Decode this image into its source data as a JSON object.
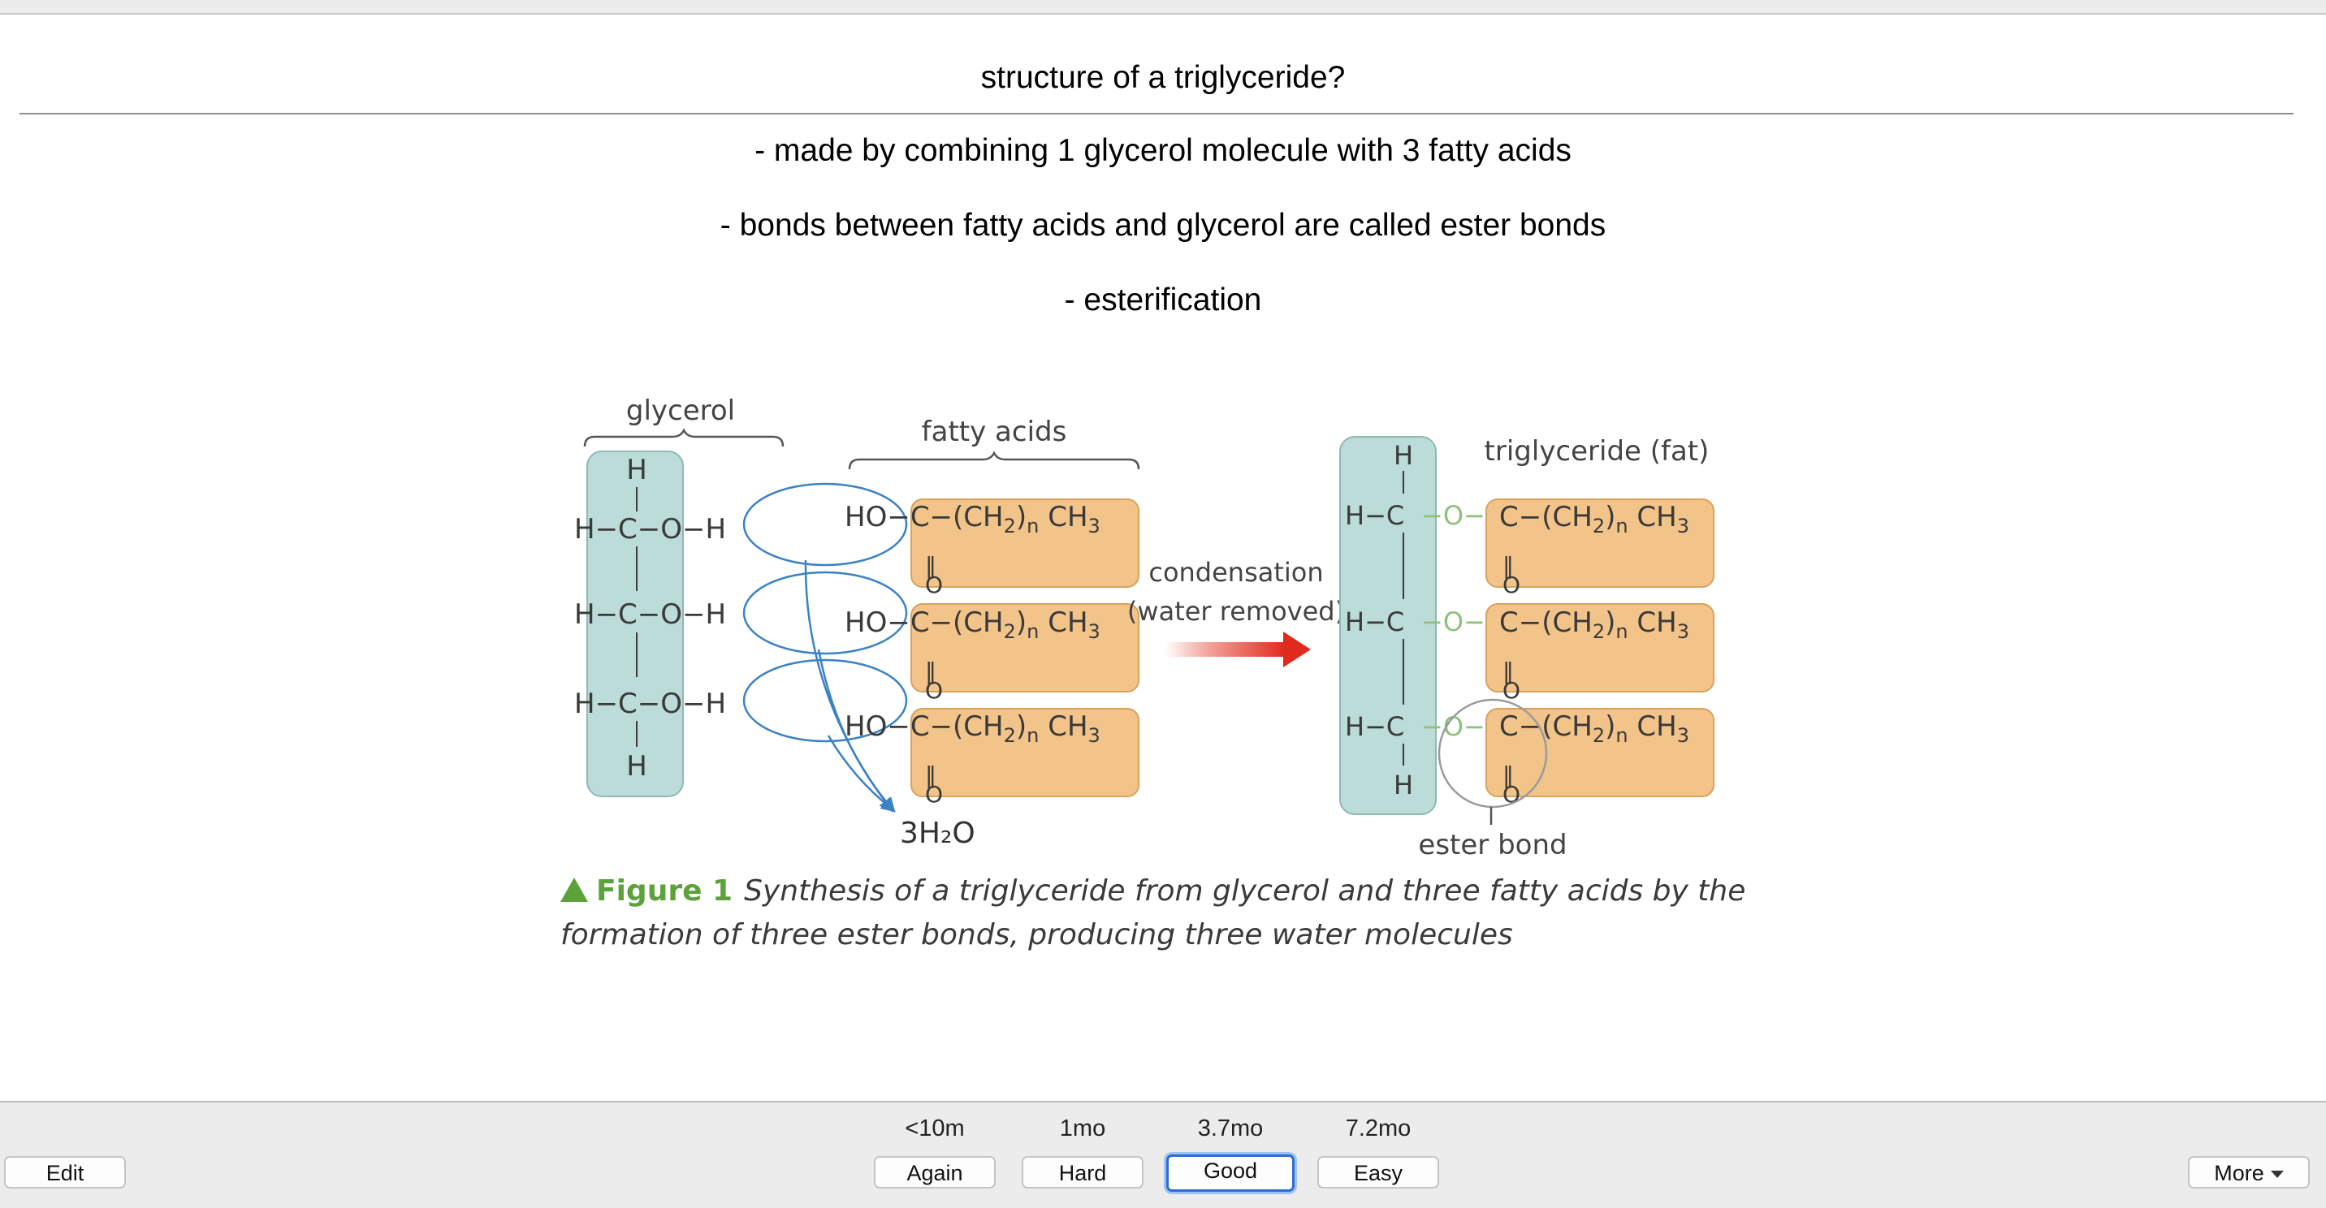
{
  "question": "structure of a triglyceride?",
  "answer_lines": [
    "- made by combining 1 glycerol molecule with 3 fatty acids",
    "- bonds between fatty acids and glycerol are called ester bonds",
    "- esterification"
  ],
  "figure": {
    "labels": {
      "glycerol": "glycerol",
      "fatty_acids": "fatty acids",
      "triglyceride": "triglyceride (fat)",
      "condensation": "condensation",
      "water_removed": "(water removed)",
      "water": "3H₂O",
      "ester_bond": "ester bond"
    },
    "caption_label": "Figure 1",
    "caption_text": "Synthesis of a triglyceride from glycerol and three fatty acids by the formation of three ester bonds, producing three water molecules",
    "colors": {
      "glycerol_box": "#bcdcd9",
      "fatty_acid_box": "#f3c489",
      "arrow": "#e02a1e",
      "ellipse": "#3b82c4",
      "ester_o": "#8cc27a"
    }
  },
  "intervals": {
    "again": "<10m",
    "hard": "1mo",
    "good": "3.7mo",
    "easy": "7.2mo"
  },
  "buttons": {
    "edit": "Edit",
    "again": "Again",
    "hard": "Hard",
    "good": "Good",
    "easy": "Easy",
    "more": "More"
  }
}
